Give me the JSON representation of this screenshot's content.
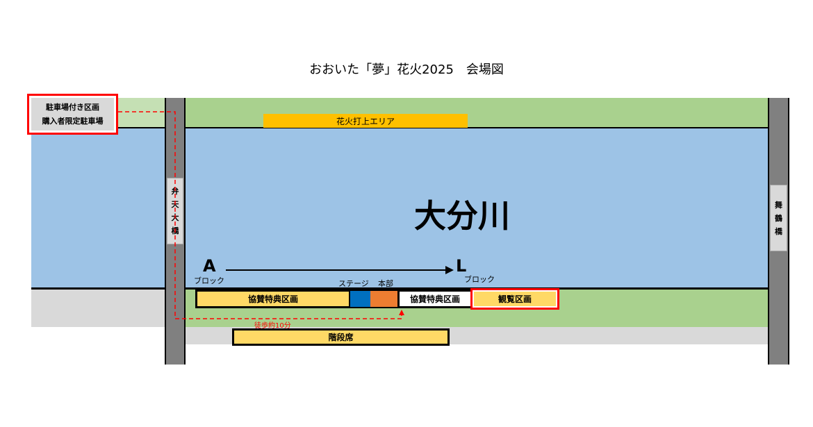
{
  "title": "おおいた「夢」花火2025　会場図",
  "parking": {
    "line1": "駐車場付き区画",
    "line2": "購入者限定駐車場"
  },
  "fireworks_area": "花火打上エリア",
  "river": "大分川",
  "bridge_left": [
    "弁",
    "天",
    "大",
    "橋"
  ],
  "bridge_right": [
    "舞",
    "鶴",
    "橋"
  ],
  "block_a": {
    "letter": "A",
    "label": "ブロック"
  },
  "block_l": {
    "letter": "L",
    "label": "ブロック"
  },
  "stage_label": "ステージ",
  "hq_label": "本部",
  "sponsor_zone": "協賛特典区画",
  "viewing_zone": "観覧区画",
  "walk_time": "徒歩約10分",
  "stairs": "階段席",
  "colors": {
    "river": "#9dc3e6",
    "grass": "#a9d18e",
    "grass_light": "#c5e0b4",
    "road": "#d9d9d9",
    "bridge": "#808080",
    "zone_yellow": "#ffd966",
    "fireworks": "#ffc000",
    "stage": "#0070c0",
    "hq": "#ed7d31",
    "highlight": "#ff0000"
  }
}
